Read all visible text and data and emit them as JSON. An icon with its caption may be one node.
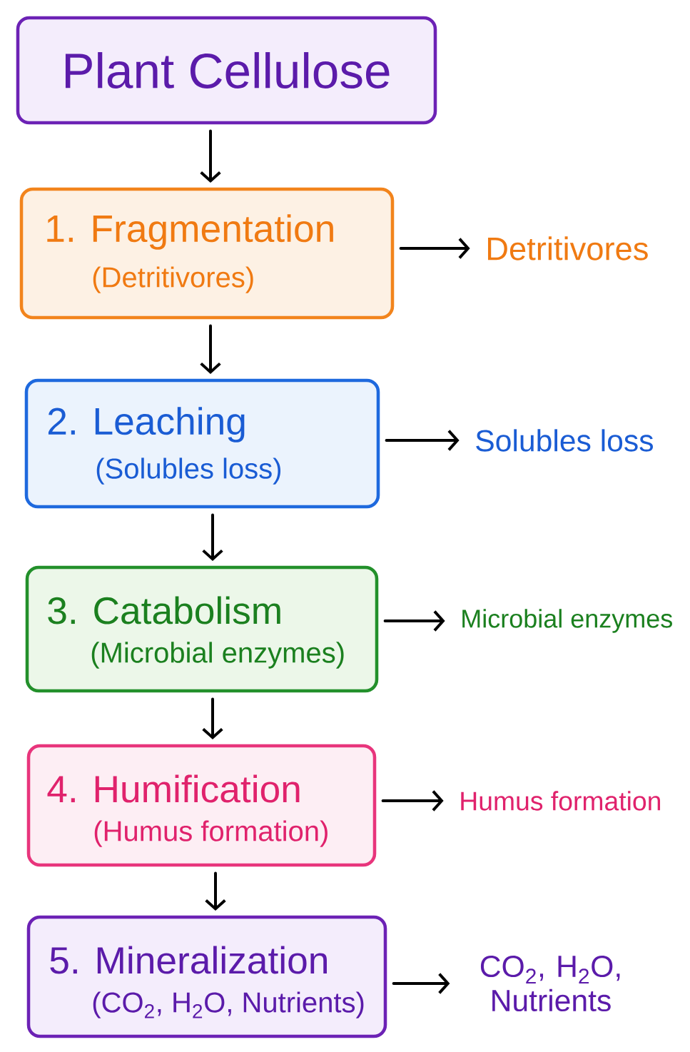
{
  "diagram": {
    "nodes": [
      {
        "text": [
          "Plant Cellulose"
        ]
      },
      {
        "text": [
          "1. Fragmentation",
          "(Detritivores)"
        ]
      },
      {
        "text": [
          "2. Leaching",
          "(Solubles loss)"
        ]
      },
      {
        "text": [
          "3. Catabolism",
          "(Microbial enzymes)"
        ]
      },
      {
        "text": [
          "4. Humification",
          "(Humus formation)"
        ]
      },
      {
        "text": [
          "5. Mineralization",
          "(CO$_{2}$, H$_{2}$O, Nutrients)"
        ]
      },
      {
        "text": [
          "Detritivores"
        ]
      },
      {
        "text": [
          "Solubles loss"
        ]
      },
      {
        "text": [
          "Microbial enzymes"
        ]
      },
      {
        "text": [
          "Humus formation"
        ]
      },
      {
        "text": [
          "CO$_{2}$, H$_{2}$O, Nutrients"
        ]
      }
    ],
    "edges": [
      {
        "from": 0,
        "to": 1,
        "arrow": "to"
      },
      {
        "from": 1,
        "to": 6,
        "arrow": "to"
      },
      {
        "from": 1,
        "to": 2,
        "arrow": "to"
      },
      {
        "from": 2,
        "to": 7,
        "arrow": "to"
      },
      {
        "from": 2,
        "to": 3,
        "arrow": "to"
      },
      {
        "from": 3,
        "to": 8,
        "arrow": "to"
      },
      {
        "from": 3,
        "to": 4,
        "arrow": "to"
      },
      {
        "from": 4,
        "to": 9,
        "arrow": "to"
      },
      {
        "from": 4,
        "to": 5,
        "arrow": "to"
      },
      {
        "from": 5,
        "to": 10,
        "arrow": "to"
      }
    ]
  }
}
